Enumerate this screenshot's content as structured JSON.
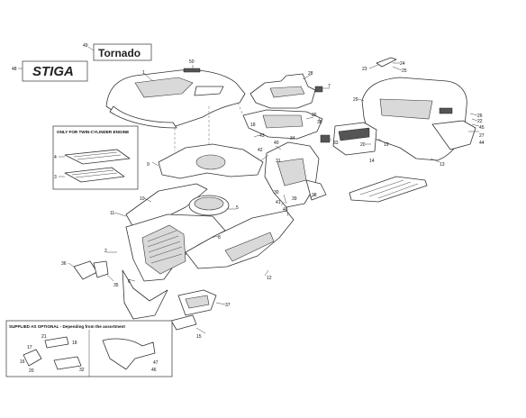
{
  "brand": {
    "stiga": "STIGA",
    "tornado": "Tornado"
  },
  "boxes": {
    "twin_cylinder": "ONLY FOR TWIN-CYLINDER ENGINE",
    "optional": "SUPPLIED AS OPTIONAL - Depending from the assortment"
  },
  "labels": {
    "l1": "1",
    "l2": "2",
    "l3": "3",
    "l4": "4",
    "l5": "5",
    "l6": "6",
    "l7": "7",
    "l8": "8",
    "l9": "9",
    "l10": "10",
    "l11": "11",
    "l12": "12",
    "l13": "13",
    "l14": "14",
    "l15": "15",
    "l16": "16",
    "l17": "17",
    "l18": "18",
    "l19": "19",
    "l20": "20",
    "l21": "21",
    "l22": "22",
    "l23": "23",
    "l24": "24",
    "l25": "25",
    "l26": "26",
    "l27": "27",
    "l28": "28",
    "l29": "29",
    "l30": "30",
    "l31": "31",
    "l32": "32",
    "l33": "33",
    "l34": "34",
    "l35": "35",
    "l36": "36",
    "l37": "37",
    "l38": "38",
    "l39": "39",
    "l40": "40",
    "l41": "41",
    "l42": "42",
    "l43": "43",
    "l44": "44",
    "l45": "45",
    "l46": "46",
    "l47": "47",
    "l48": "48",
    "l49": "49",
    "l50": "50"
  }
}
